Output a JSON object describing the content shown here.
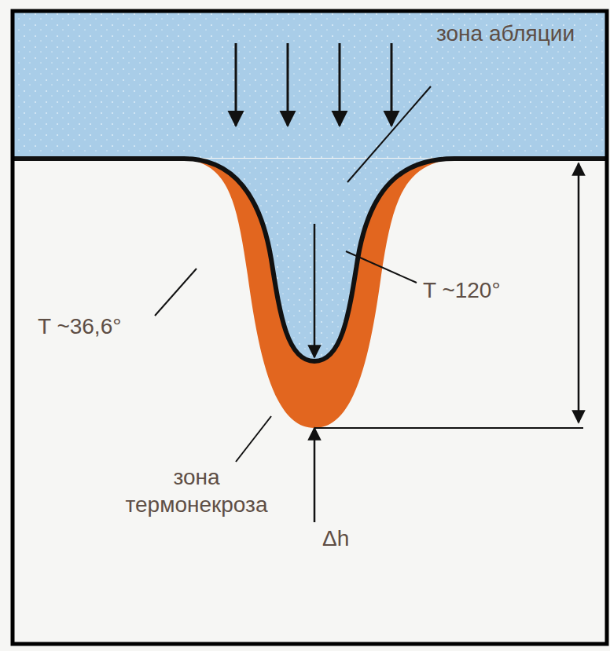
{
  "diagram": {
    "labels": [
      "зона абляции",
      "T ~36,6°",
      "T ~120°",
      "зона термонекроза",
      "Δh"
    ]
  }
}
